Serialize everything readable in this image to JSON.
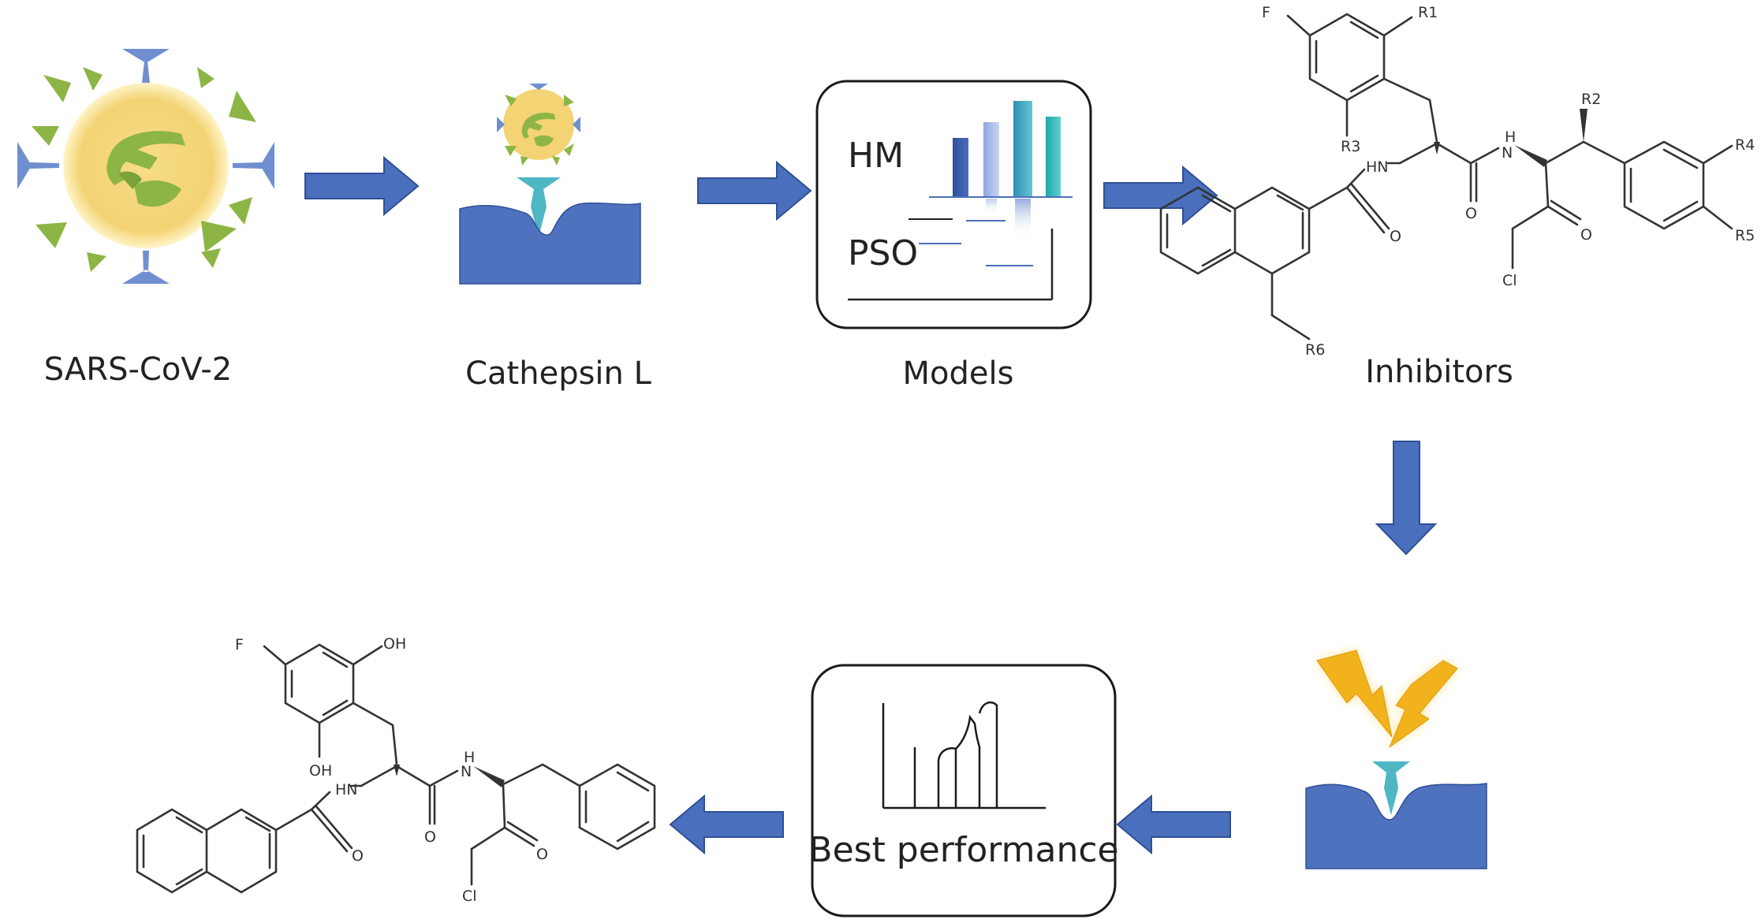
{
  "labels": {
    "virus": "SARS-CoV-2",
    "enzyme": "Cathepsin L",
    "models": "Models",
    "inhibitors": "Inhibitors",
    "best": "Best performance"
  },
  "models_box": {
    "hm": "HM",
    "pso": "PSO"
  },
  "scaffold_atoms": {
    "f": "F",
    "r1": "R1",
    "r2": "R2",
    "r3": "R3",
    "r4": "R4",
    "r5": "R5",
    "r6": "R6",
    "nh1": "HN",
    "nh2": "H",
    "nh2b": "N",
    "o1": "O",
    "o2": "O",
    "o3": "O",
    "cl": "Cl"
  },
  "result_atoms": {
    "f": "F",
    "oh1": "OH",
    "oh2": "OH",
    "nh1": "HN",
    "nh2": "H",
    "nh2b": "N",
    "o1": "O",
    "o2": "O",
    "o3": "O",
    "cl": "Cl"
  },
  "colors": {
    "arrow": "#4a6fbd",
    "arrow_stroke": "#2f4f95",
    "pocket": "#4f72bf",
    "spike_blue": "#6f8fd0",
    "spike_green": "#8db545",
    "virus_core": "#f5d77a",
    "lightning": "#f2b21c",
    "protease_tip": "#4fb6c4"
  }
}
